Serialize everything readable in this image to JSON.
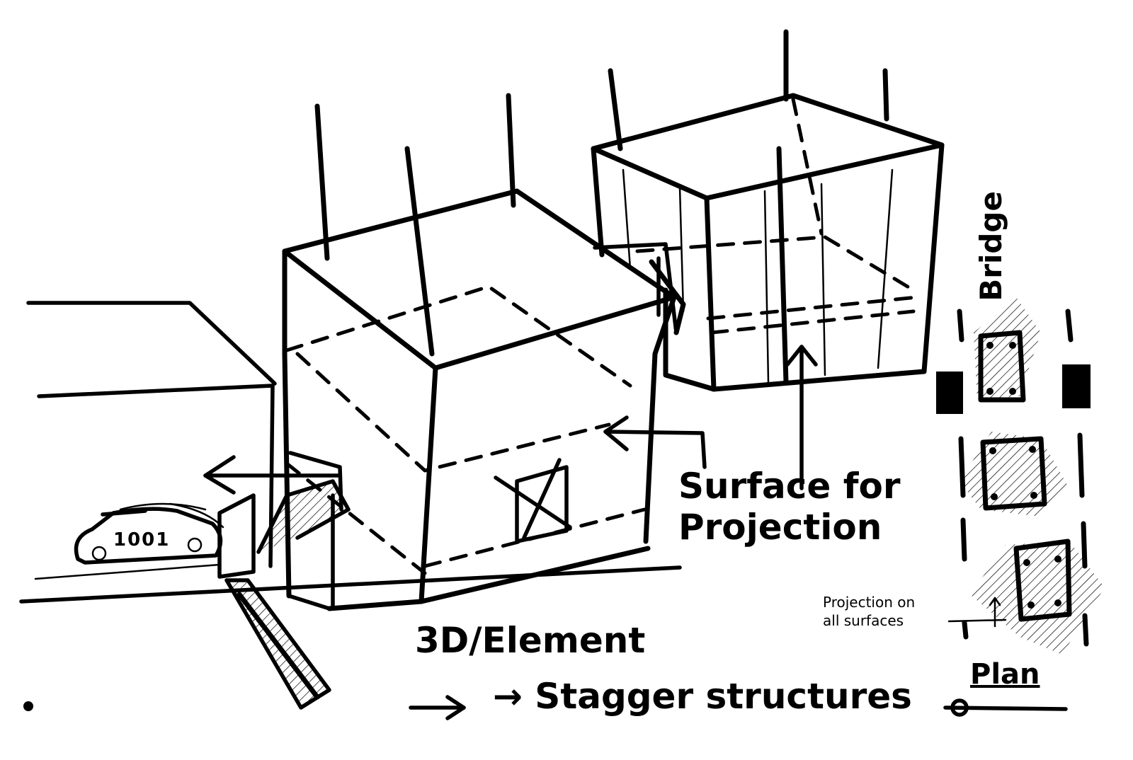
{
  "labels": {
    "surface_line1": "Surface for",
    "surface_line2": "Projection",
    "element_3d": "3D/Element",
    "stagger": "→ Stagger structures",
    "projection_line1": "Projection on",
    "projection_line2": "all surfaces",
    "plan": "Plan",
    "bridge": "Bridge",
    "car_plate": "1001"
  },
  "colors": {
    "ink": "#000000",
    "paper": "#ffffff"
  }
}
